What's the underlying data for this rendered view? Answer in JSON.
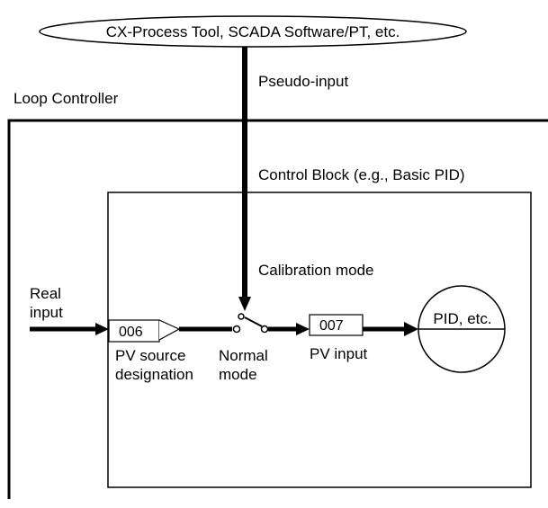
{
  "external_tool": {
    "label": "CX-Process Tool, SCADA Software/PT, etc."
  },
  "pseudo_input": {
    "label": "Pseudo-input"
  },
  "loop_controller": {
    "label": "Loop Controller"
  },
  "control_block": {
    "label": "Control Block (e.g., Basic PID)"
  },
  "calibration_mode": {
    "label": "Calibration mode"
  },
  "real_input": {
    "line1": "Real",
    "line2": "input"
  },
  "pv_source": {
    "code": "006",
    "line1": "PV source",
    "line2": "designation"
  },
  "normal_mode": {
    "line1": "Normal",
    "line2": "mode"
  },
  "pv_input": {
    "code": "007",
    "label": "PV input"
  },
  "pid": {
    "label": "PID, etc."
  }
}
